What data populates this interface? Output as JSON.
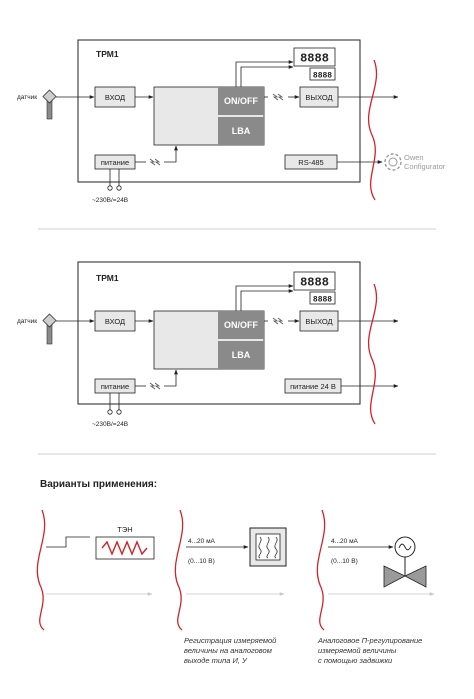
{
  "diagram1": {
    "device_title": "ТРМ1",
    "sensor_label": "датчик",
    "input_label": "ВХОД",
    "mode1_label": "ON/OFF",
    "mode2_label": "LBA",
    "output_label": "ВЫХОД",
    "power_label": "питание",
    "interface_label": "RS-485",
    "supply_label": "~230В/=24В",
    "software_label_1": "Owen",
    "software_label_2": "Configurator"
  },
  "diagram2": {
    "device_title": "ТРМ1",
    "sensor_label": "датчик",
    "input_label": "ВХОД",
    "mode1_label": "ON/OFF",
    "mode2_label": "LBA",
    "output_label": "ВЫХОД",
    "power_label": "питание",
    "aux_power_label": "питание 24 В",
    "supply_label": "~230В/=24В"
  },
  "variants": {
    "heading": "Варианты применения:",
    "heater_label": "ТЭН",
    "current_range_1": "4...20 мА",
    "voltage_range_1": "(0...10 В)",
    "current_range_2": "4...20 мА",
    "voltage_range_2": "(0...10 В)",
    "caption_recorder_1": "Регистрация измеряемой",
    "caption_recorder_2": "величины на аналоговом",
    "caption_recorder_3": "выходе типа И, У",
    "caption_valve_1": "Аналоговое П-регулирование",
    "caption_valve_2": "измеряемой величины",
    "caption_valve_3": "с помощью задвижки"
  },
  "colors": {
    "line": "#222222",
    "box_fill": "#e8e8e8",
    "dark_block": "#8a8a8a",
    "red_curve": "#d2232a",
    "separator": "#cfcfcf",
    "faint_arrow": "#c8c8c8"
  }
}
